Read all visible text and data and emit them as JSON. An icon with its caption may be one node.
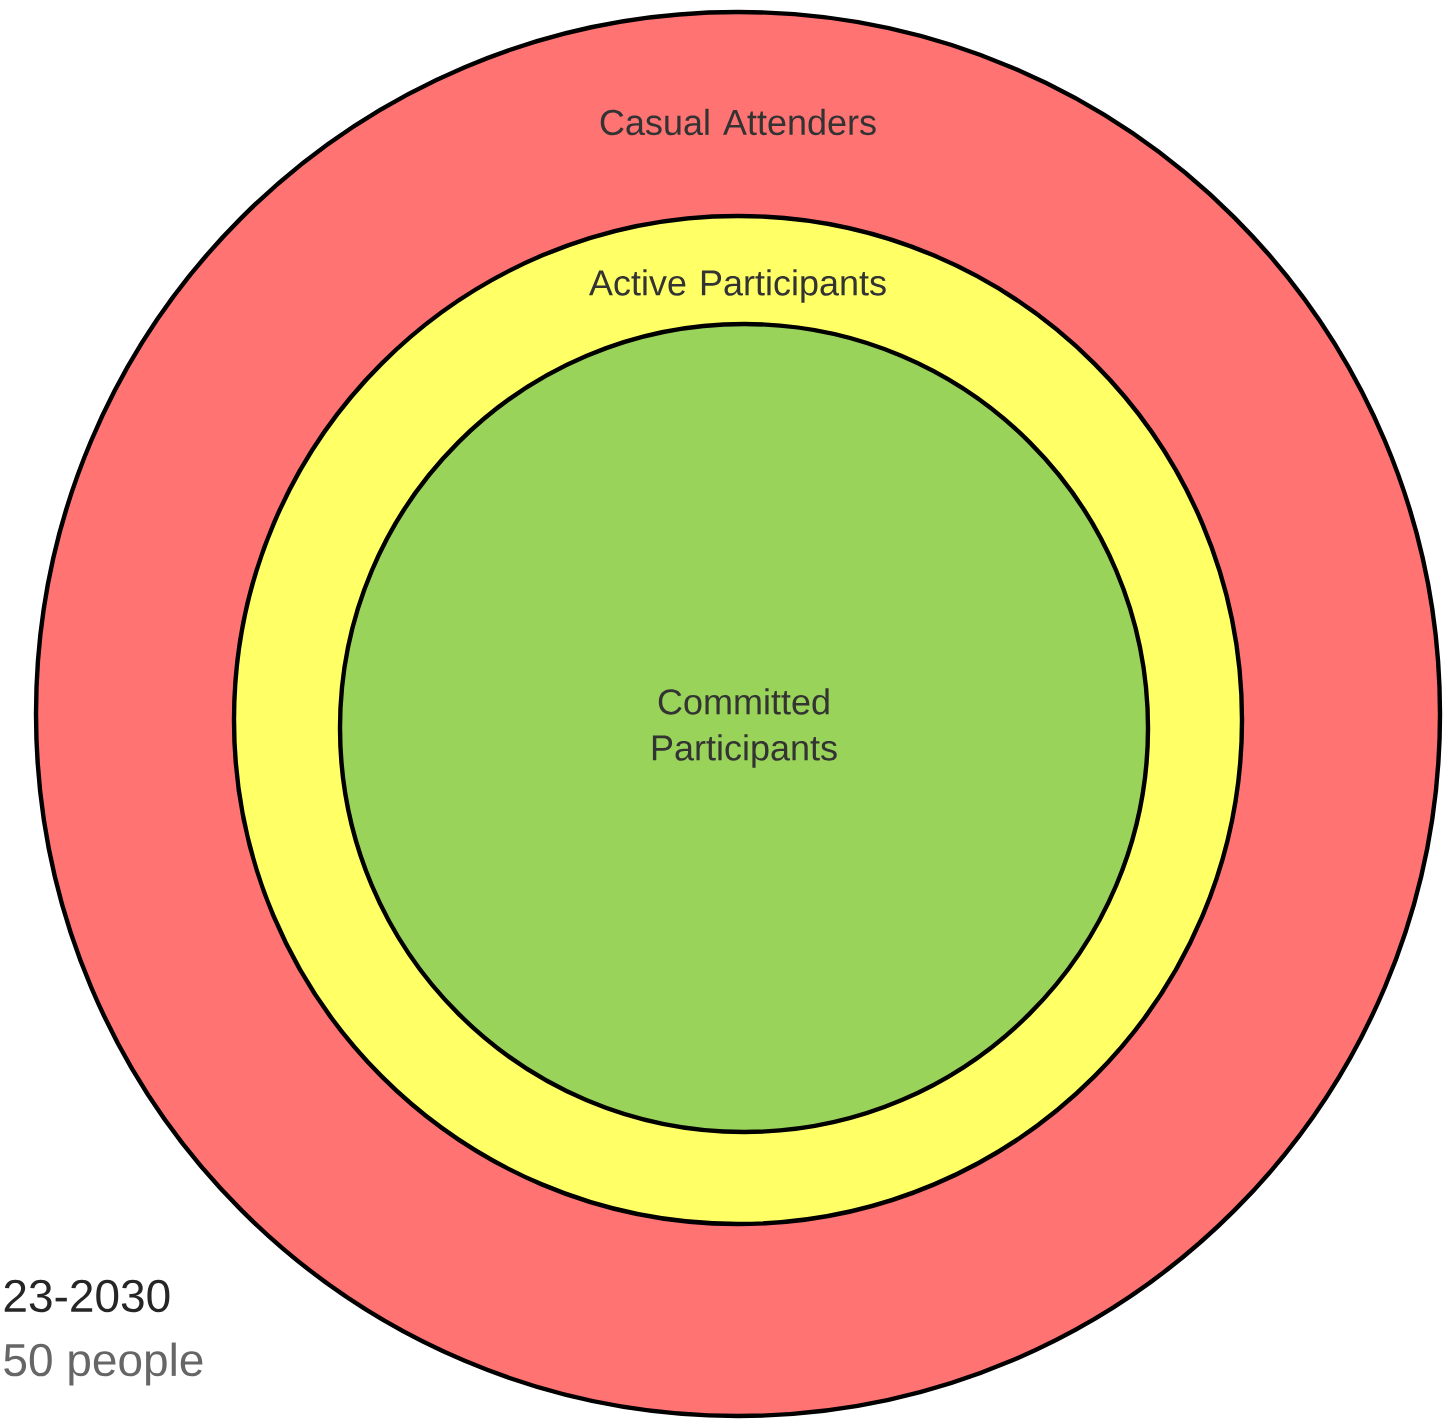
{
  "diagram": {
    "nodes": [
      {
        "text": [
          "Casual Attenders"
        ]
      },
      {
        "text": [
          "Active Participants"
        ],
        "in": 0
      },
      {
        "text": [
          "Committed Participants"
        ],
        "in": 1
      }
    ],
    "labels": [
      "23-2030",
      "50 people"
    ]
  }
}
